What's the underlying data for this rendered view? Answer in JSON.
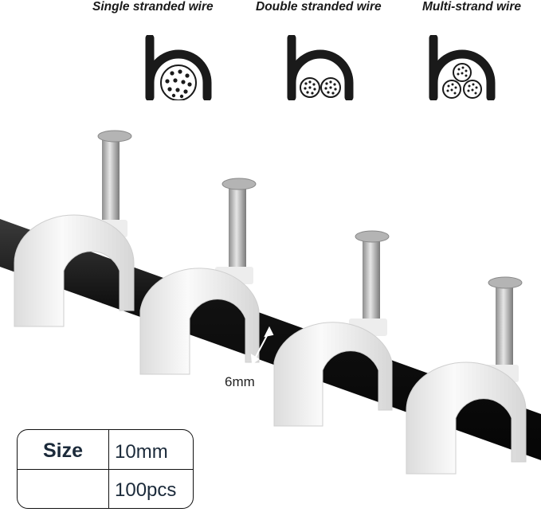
{
  "wire_types": [
    {
      "label": "Single stranded wire",
      "icon": "single-strand-icon"
    },
    {
      "label": "Double stranded wire",
      "icon": "double-strand-icon"
    },
    {
      "label": "Multi-strand wire",
      "icon": "multi-strand-icon"
    }
  ],
  "dimension_label": "6mm",
  "spec_table": {
    "header": "Size",
    "size_value": "10mm",
    "quantity_value": "100pcs"
  },
  "colors": {
    "cable": "#151515",
    "clip": "#f2f2f2",
    "nail": "#a9a9a9",
    "icon_stroke": "#1a1a1a",
    "text": "#1b2a3a"
  }
}
